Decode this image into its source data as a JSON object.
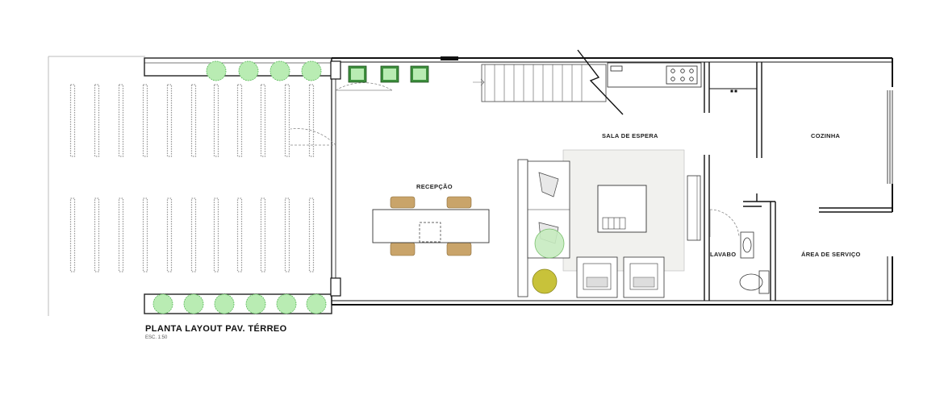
{
  "caption": {
    "title": "PLANTA LAYOUT PAV. TÉRREO",
    "scale": "ESC. 1:50"
  },
  "rooms": {
    "recepcao": "RECEPÇÃO",
    "sala_espera": "SALA DE ESPERA",
    "cozinha": "COZINHA",
    "area_servico": "ÁREA DE SERVIÇO",
    "lavabo": "LAVABO"
  },
  "colors": {
    "wall": "#111111",
    "plant_fill": "#b9ecb3",
    "plant_stroke": "#58b858",
    "planter_box": "#3d8f3d",
    "wood": "#c9a46a",
    "rug": "#f0f0ee",
    "parking_strip": "#9a9a9a",
    "floor_pot": "#c8c23a"
  }
}
